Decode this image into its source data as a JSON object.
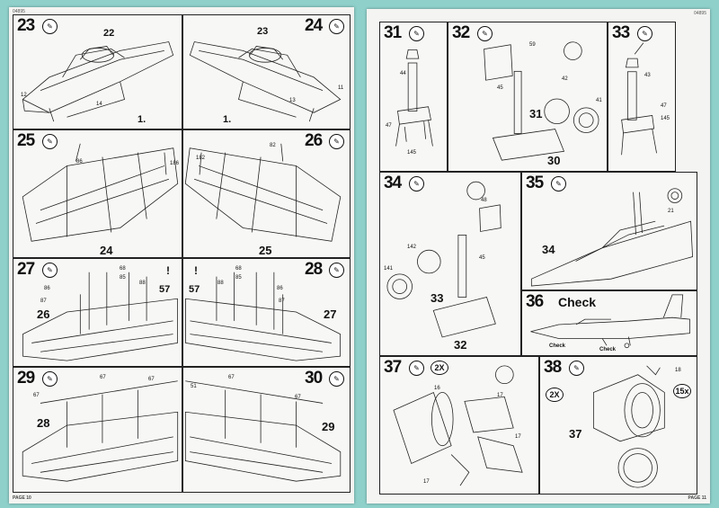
{
  "left_page": {
    "header": "04895",
    "footer": "PAGE 10",
    "steps": [
      {
        "num": "23",
        "labels": [
          "22",
          "12",
          "14",
          "1."
        ]
      },
      {
        "num": "24",
        "labels": [
          "23",
          "11",
          "13",
          "1."
        ]
      },
      {
        "num": "25",
        "labels": [
          "86",
          "186",
          "24"
        ]
      },
      {
        "num": "26",
        "labels": [
          "182",
          "82",
          "25"
        ]
      },
      {
        "num": "27",
        "labels": [
          "68",
          "85",
          "88",
          "86",
          "87",
          "57",
          "26"
        ],
        "mark": "!"
      },
      {
        "num": "28",
        "labels": [
          "68",
          "85",
          "88",
          "86",
          "87",
          "57",
          "27"
        ],
        "mark": "!"
      },
      {
        "num": "29",
        "labels": [
          "67",
          "67",
          "67",
          "28"
        ]
      },
      {
        "num": "30",
        "labels": [
          "51",
          "67",
          "67",
          "29"
        ]
      }
    ]
  },
  "right_page": {
    "header": "04895",
    "footer": "PAGE 11",
    "steps": [
      {
        "num": "31",
        "labels": [
          "44",
          "47",
          "145"
        ]
      },
      {
        "num": "32",
        "labels": [
          "59",
          "45",
          "42",
          "41",
          "31",
          "30"
        ]
      },
      {
        "num": "33",
        "labels": [
          "43",
          "47",
          "145"
        ]
      },
      {
        "num": "34",
        "labels": [
          "48",
          "142",
          "141",
          "45",
          "33",
          "32"
        ]
      },
      {
        "num": "35",
        "labels": [
          "21",
          "34"
        ]
      },
      {
        "num": "36",
        "labels": [],
        "title": "Check",
        "sub": [
          "Check",
          "Check"
        ]
      },
      {
        "num": "37",
        "labels": [
          "16",
          "17",
          "17",
          "17"
        ],
        "tag": "2X"
      },
      {
        "num": "38",
        "labels": [
          "18",
          "37"
        ],
        "tag": "2X",
        "tag2": "15x"
      }
    ]
  }
}
